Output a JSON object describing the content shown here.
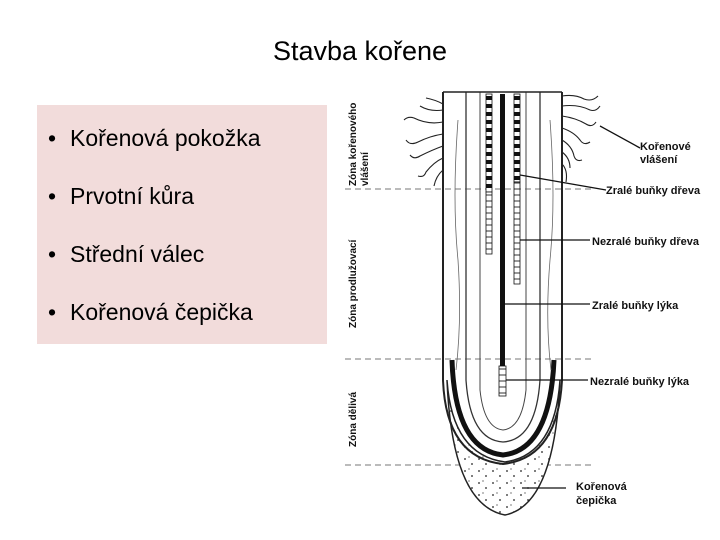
{
  "slide": {
    "title": "Stavba kořene",
    "bullets": [
      "Kořenová pokožka",
      "Prvotní kůra",
      "Střední válec",
      "Kořenová čepička"
    ]
  },
  "diagram": {
    "zones": {
      "root_hair_line1": "Zóna kořenového",
      "root_hair_line2": "vlášení",
      "elongation": "Zóna prodlužovací",
      "division": "Zóna dělivá"
    },
    "labels": {
      "root_hairs_line1": "Kořenové",
      "root_hairs_line2": "vlášení",
      "mature_xylem": "Zralé buňky dřeva",
      "immature_xylem": "Nezralé  buňky dřeva",
      "mature_phloem": "Zralé buňky  lýka",
      "immature_phloem": "Nezralé buňky lýka",
      "root_cap_line1": "Kořenová",
      "root_cap_line2": "čepička"
    }
  }
}
